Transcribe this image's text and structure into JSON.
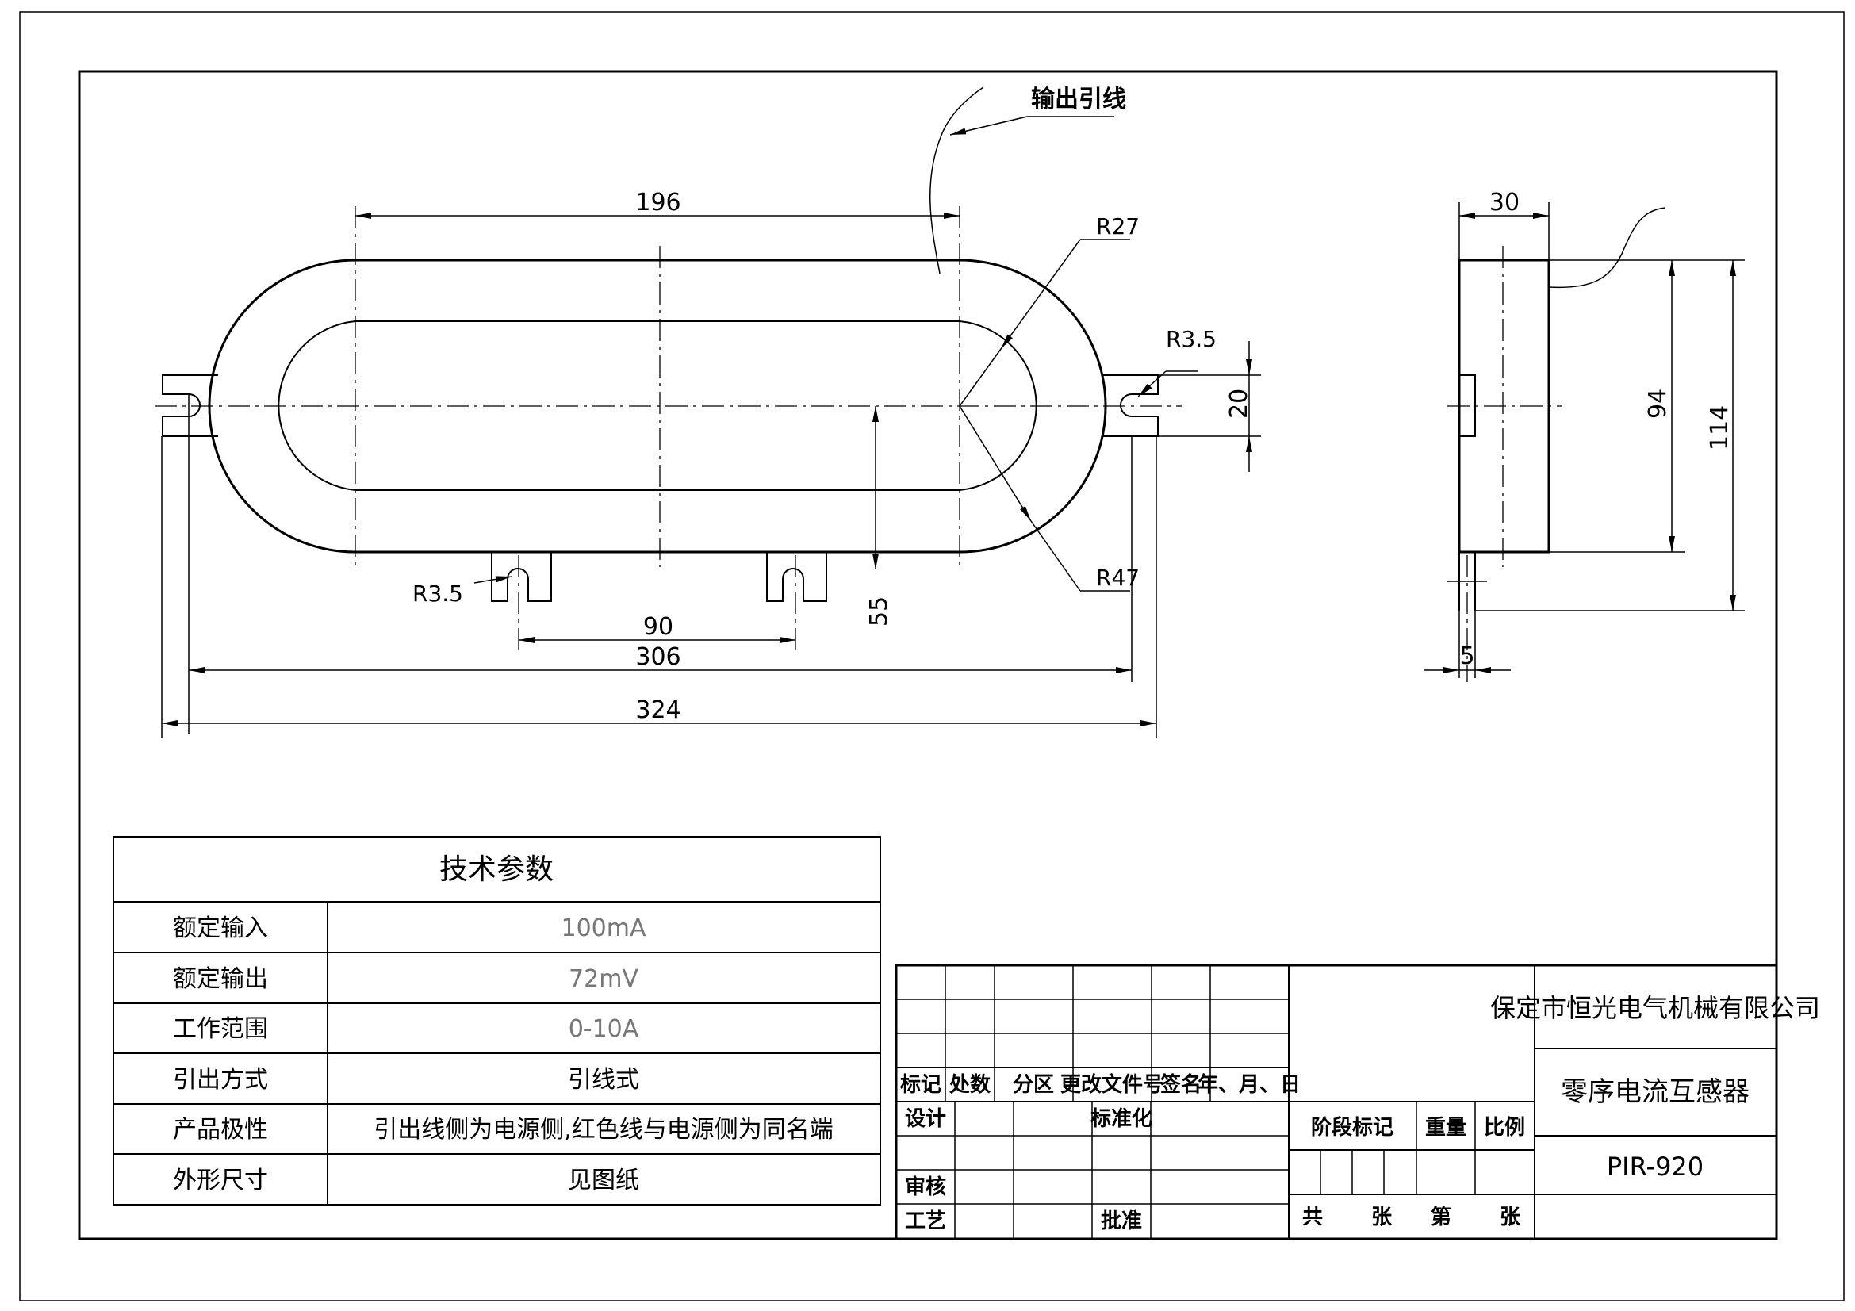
{
  "annotations": {
    "lead_wire": "输出引线",
    "dim_196": "196",
    "dim_r27": "R27",
    "dim_r35_right": "R3.5",
    "dim_20": "20",
    "dim_r47": "R47",
    "dim_r35_left": "R3.5",
    "dim_55": "55",
    "dim_90": "90",
    "dim_306": "306",
    "dim_324": "324",
    "dim_30": "30",
    "dim_94": "94",
    "dim_114": "114",
    "dim_5": "5"
  },
  "tech_params": {
    "title": "技术参数",
    "rows": [
      {
        "label": "额定输入",
        "value": "100mA"
      },
      {
        "label": "额定输出",
        "value": "72mV"
      },
      {
        "label": "工作范围",
        "value": "0-10A"
      },
      {
        "label": "引出方式",
        "value": "引线式"
      },
      {
        "label": "产品极性",
        "value": "引出线侧为电源侧,红色线与电源侧为同名端"
      },
      {
        "label": "外形尺寸",
        "value": "见图纸"
      }
    ]
  },
  "title_block": {
    "col_mark": "标记",
    "col_count": "处数",
    "col_zone": "分区",
    "col_doc_no": "更改文件号",
    "col_sign": "签名",
    "col_date": "年、月、日",
    "design": "设计",
    "standardize": "标准化",
    "review": "审核",
    "process": "工艺",
    "approve": "批准",
    "stage_mark": "阶段标记",
    "weight": "重量",
    "scale": "比例",
    "total": "共",
    "sheet1": "张",
    "number": "第",
    "sheet2": "张",
    "company": "保定市恒光电气机械有限公司",
    "product_name": "零序电流互感器",
    "model": "PIR-920"
  }
}
